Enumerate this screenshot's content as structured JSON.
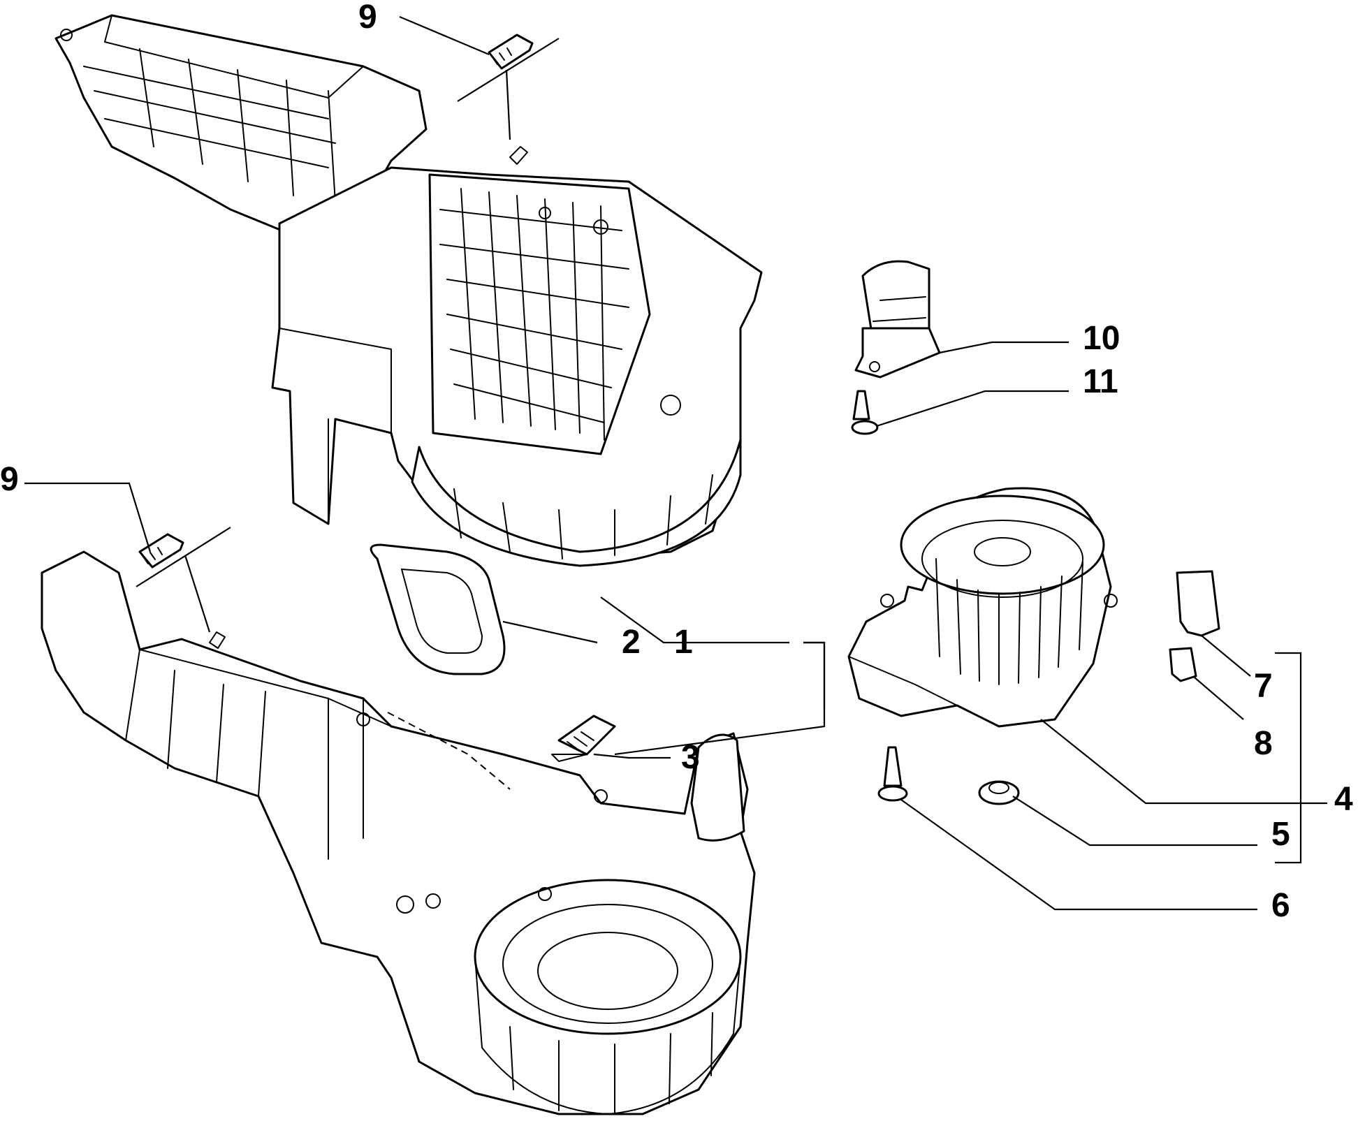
{
  "callouts": {
    "c1": "1",
    "c2": "2",
    "c3": "3",
    "c4": "4",
    "c5": "5",
    "c6": "6",
    "c7": "7",
    "c8": "8",
    "c9_top": "9",
    "c9_left": "9",
    "c10": "10",
    "c11": "11"
  }
}
